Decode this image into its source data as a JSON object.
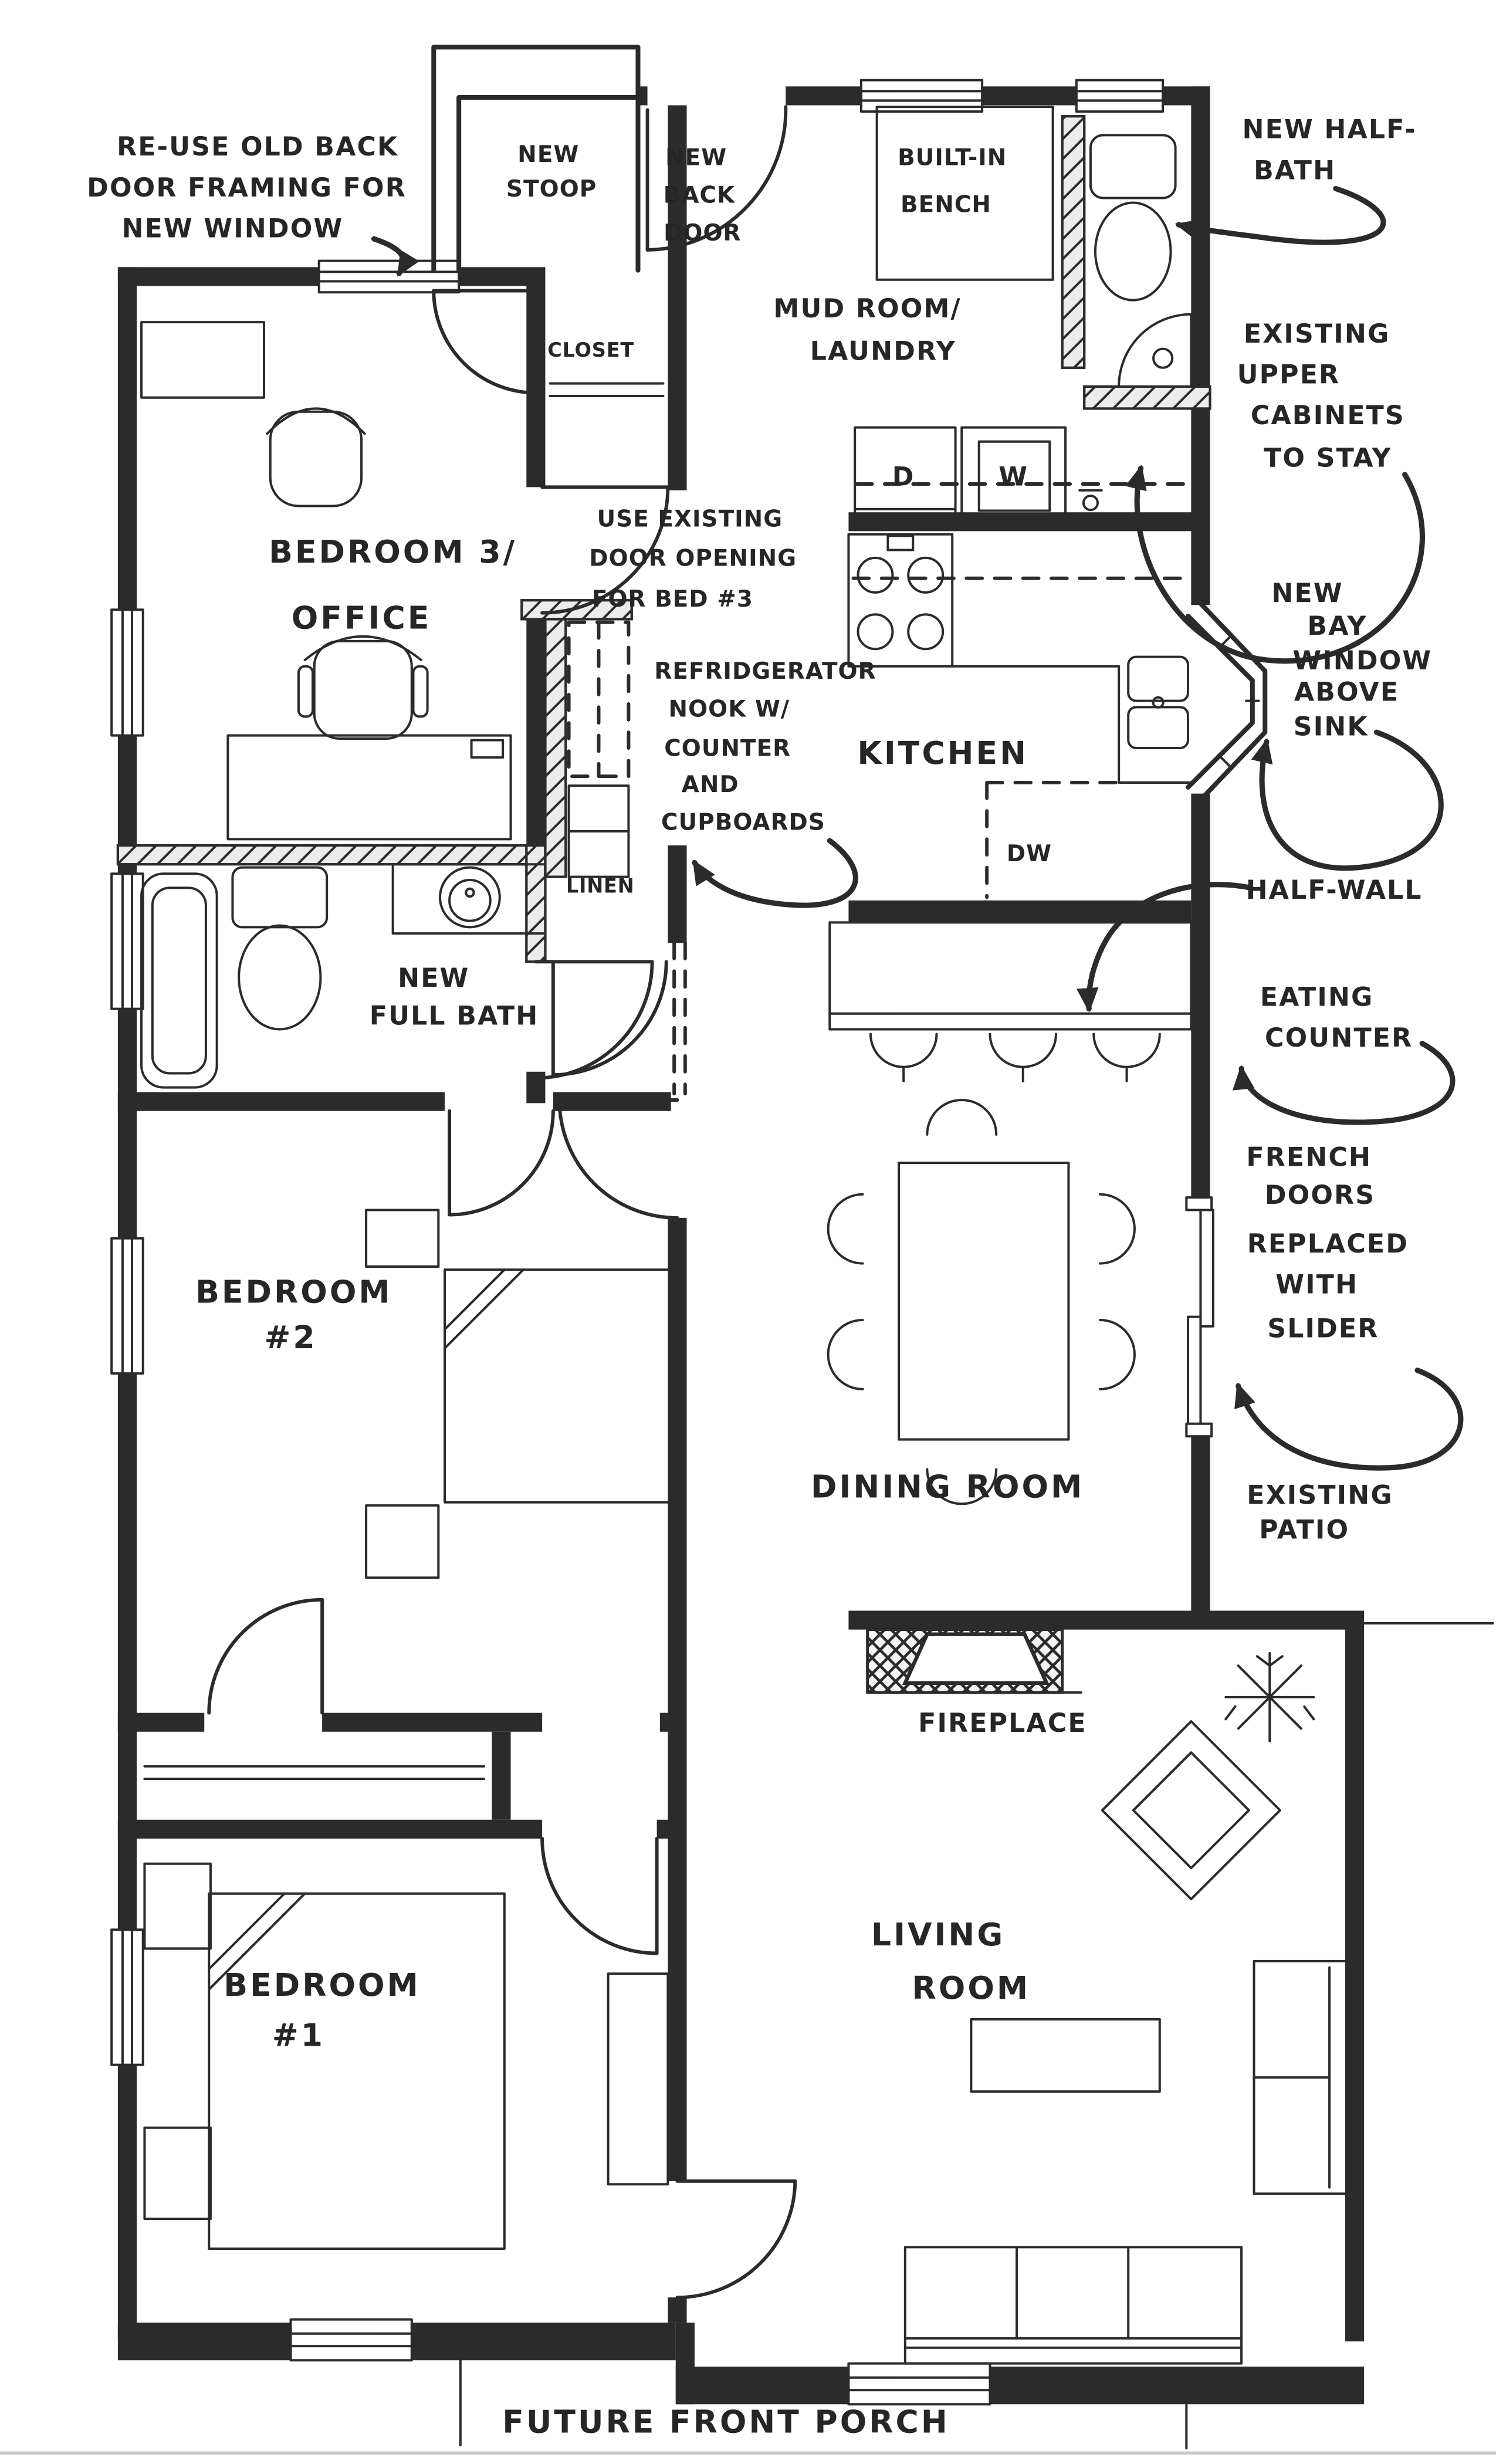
{
  "drawing": {
    "type": "hand-drawn remodel floor plan",
    "ink_color": "#2b2b2b",
    "paper_color": "#ffffff"
  },
  "annotations": {
    "reuse_framing": {
      "line1": "RE-USE OLD BACK",
      "line2": "DOOR FRAMING FOR",
      "line3": "NEW WINDOW"
    },
    "new_stoop": {
      "line1": "NEW",
      "line2": "STOOP"
    },
    "new_back_door": {
      "line1": "NEW",
      "line2": "BACK",
      "line3": "DOOR"
    },
    "built_in_bench": {
      "line1": "BUILT-IN",
      "line2": "BENCH"
    },
    "new_half_bath": {
      "line1": "NEW HALF-",
      "line2": "BATH"
    },
    "existing_upper_cabinets": {
      "line1": "EXISTING",
      "line2": "UPPER",
      "line3": "CABINETS",
      "line4": "TO STAY"
    },
    "use_existing_opening": {
      "line1": "USE EXISTING",
      "line2": "DOOR OPENING",
      "line3": "FOR BED #3"
    },
    "refrigerator_nook": {
      "line1": "REFRIDGERATOR",
      "line2": "NOOK W/",
      "line3": "COUNTER",
      "line4": "AND",
      "line5": "CUPBOARDS"
    },
    "new_bay_window": {
      "line1": "NEW",
      "line2": "BAY",
      "line3": "WINDOW",
      "line4": "ABOVE",
      "line5": "SINK"
    },
    "half_wall": {
      "line1": "HALF-WALL"
    },
    "eating_counter": {
      "line1": "EATING",
      "line2": "COUNTER"
    },
    "french_doors": {
      "line1": "FRENCH",
      "line2": "DOORS",
      "line3": "REPLACED",
      "line4": "WITH",
      "line5": "SLIDER"
    },
    "existing_patio": {
      "line1": "EXISTING",
      "line2": "PATIO"
    },
    "future_front_porch": {
      "line1": "FUTURE FRONT PORCH"
    }
  },
  "rooms": {
    "bedroom3_office": {
      "line1": "BEDROOM 3/",
      "line2": "OFFICE"
    },
    "closet": {
      "line1": "CLOSET"
    },
    "mud_room_laundry": {
      "line1": "MUD ROOM/",
      "line2": "LAUNDRY"
    },
    "kitchen": {
      "line1": "KITCHEN"
    },
    "linen": {
      "line1": "LINEN"
    },
    "new_full_bath": {
      "line1": "NEW",
      "line2": "FULL BATH"
    },
    "bedroom2": {
      "line1": "BEDROOM",
      "line2": "#2"
    },
    "dining_room": {
      "line1": "DINING ROOM"
    },
    "fireplace": {
      "line1": "FIREPLACE"
    },
    "bedroom1": {
      "line1": "BEDROOM",
      "line2": "#1"
    },
    "living_room": {
      "line1": "LIVING",
      "line2": "ROOM"
    }
  },
  "appliances": {
    "dryer": "D",
    "washer": "W",
    "dishwasher": "DW"
  }
}
